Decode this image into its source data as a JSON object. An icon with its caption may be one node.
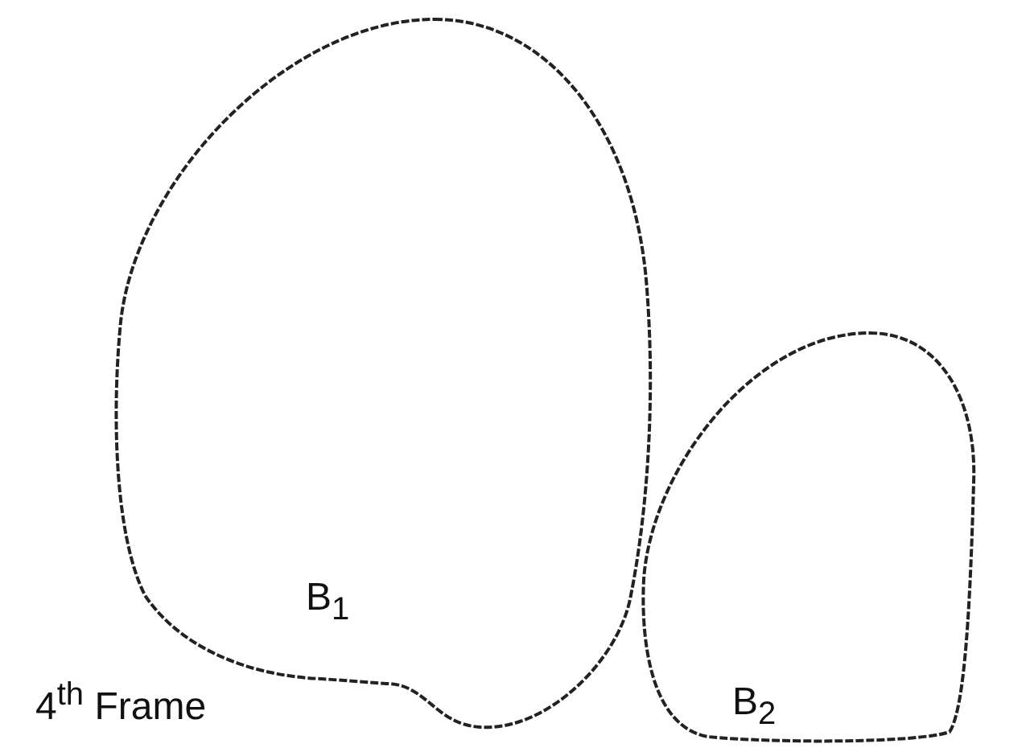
{
  "diagram": {
    "nodes": [
      {
        "text": [
          "B$_{1}$"
        ]
      },
      {
        "text": [
          "B$_{2}$"
        ]
      }
    ],
    "labels": [
      "4$^{th}$ Frame"
    ]
  }
}
